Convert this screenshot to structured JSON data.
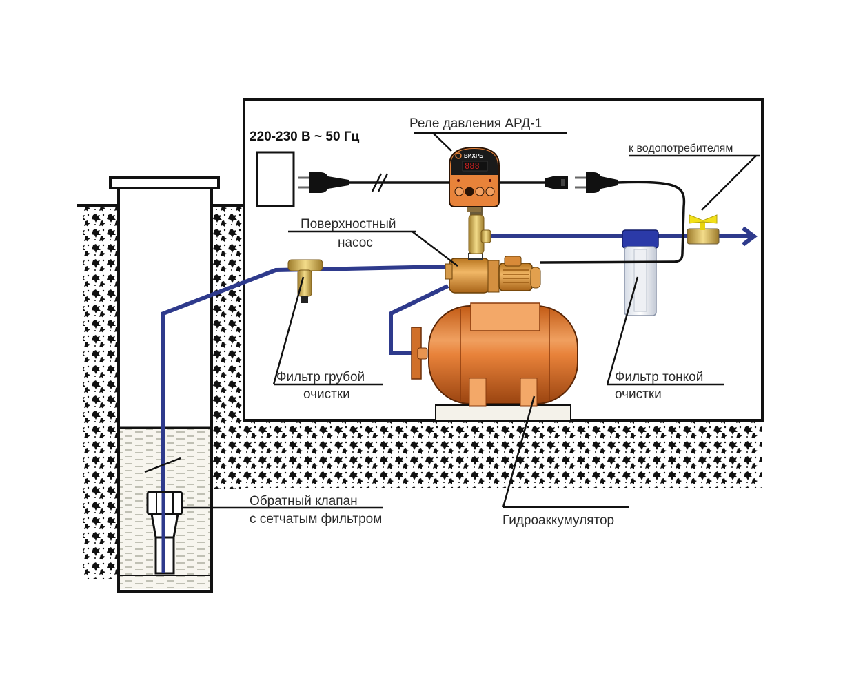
{
  "title": "Схема подключения поверхностного насоса с реле давления",
  "labels": {
    "power": "220-230 В ~ 50 Гц",
    "relay": "Реле давления АРД-1",
    "consumers": "к водопотребителям",
    "pump_line1": "Поверхностный",
    "pump_line2": "насос",
    "coarse_filter_line1": "Фильтр грубой",
    "coarse_filter_line2": "очистки",
    "fine_filter_line1": "Фильтр тонкой",
    "fine_filter_line2": "очистки",
    "check_valve_line1": "Обратный клапан",
    "check_valve_line2": "с сетчатым фильтром",
    "accumulator": "Гидроаккумулятор"
  },
  "relay_device": {
    "brand": "ВИХРЬ",
    "display": "888"
  },
  "colors": {
    "pipe": "#2e3a8c",
    "equipment_orange": "#e07a2e",
    "brass": "#c9a24a",
    "relay_body": "#e8833a",
    "relay_top": "#1a1a1a",
    "valve_handle": "#f2e01a",
    "filter_cap": "#2b3aa8",
    "soil": "#111111"
  }
}
